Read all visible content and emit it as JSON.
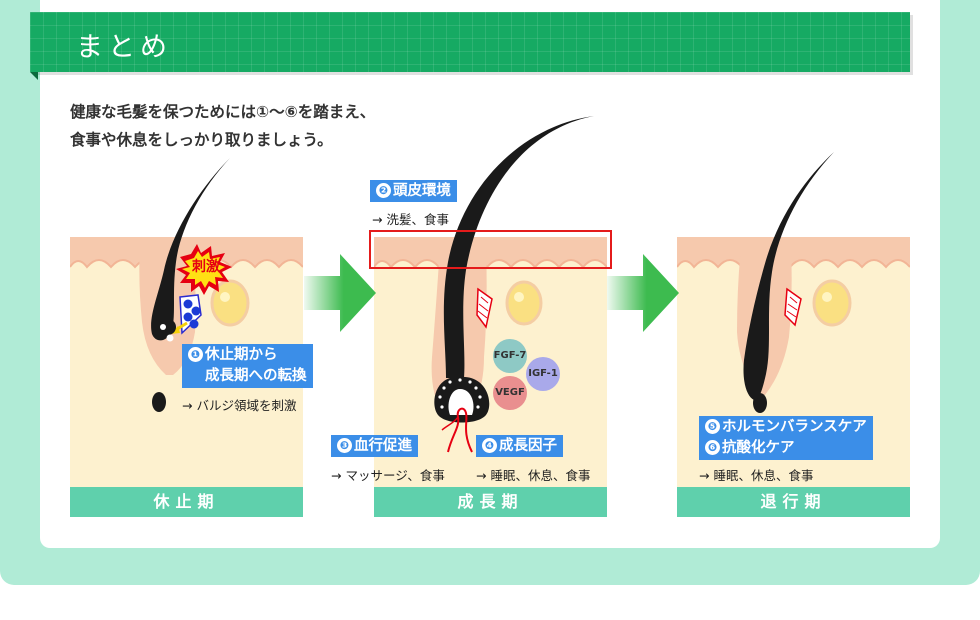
{
  "title": "まとめ",
  "intro": {
    "line1": "健康な毛髪を保つためには①〜⑥を踏まえ、",
    "line2": "食事や休息をしっかり取りましょう。"
  },
  "stages": [
    {
      "label": "休止期"
    },
    {
      "label": "成長期"
    },
    {
      "label": "退行期"
    }
  ],
  "stimulus_label": "刺激",
  "annotations": {
    "a1": {
      "num": "❶",
      "line1": "休止期から",
      "line2": "成長期への転換",
      "note": "→ バルジ領域を刺激"
    },
    "a2": {
      "num": "❷",
      "label": "頭皮環境",
      "note": "→ 洗髪、食事"
    },
    "a3": {
      "num": "❸",
      "label": "血行促進",
      "note": "→ マッサージ、食事"
    },
    "a4": {
      "num": "❹",
      "label": "成長因子",
      "note": "→ 睡眠、休息、食事"
    },
    "a5": {
      "num": "❺",
      "label": "ホルモンバランスケア"
    },
    "a6": {
      "num": "❻",
      "label": "抗酸化ケア",
      "note": "→ 睡眠、休息、食事"
    }
  },
  "growth_factors": [
    {
      "label": "FGF-7",
      "color": "#8ec9c5"
    },
    {
      "label": "IGF-1",
      "color": "#a9a9ea"
    },
    {
      "label": "VEGF",
      "color": "#e98f8f"
    }
  ],
  "colors": {
    "banner": "#16aa63",
    "outer_bg": "#b0ebd6",
    "phase_bar": "#5fd0ac",
    "tag_blue": "#3b8ee8",
    "arrow_green": "#3dbb4f",
    "highlight_red": "#e41b1b",
    "skin_top": "#f6c9ad",
    "skin_body": "#fdf1cf",
    "hair": "#1a1a1a",
    "gland": "#fae082"
  }
}
